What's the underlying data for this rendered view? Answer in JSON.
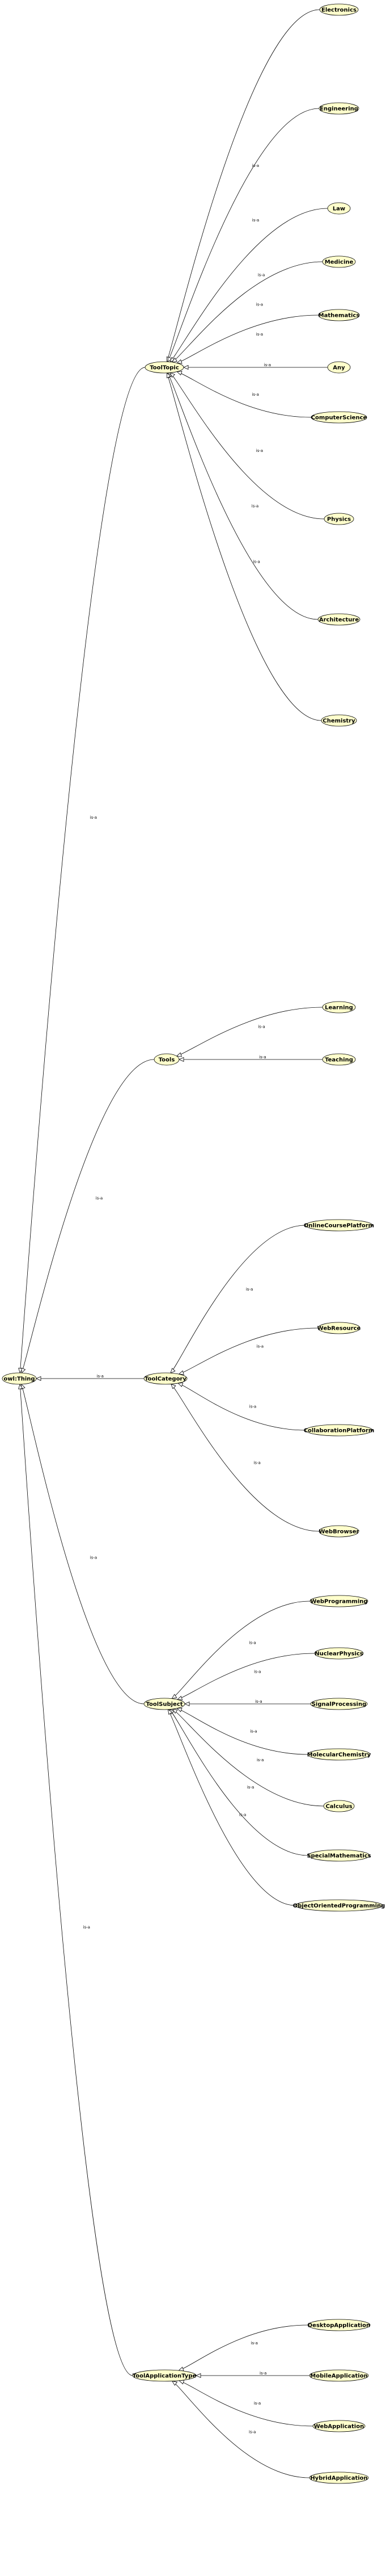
{
  "nodes": {
    "owl_thing": "owl:Thing",
    "tool_topic": "ToolTopic",
    "tools": "Tools",
    "tool_category": "ToolCategory",
    "tool_subject": "ToolSubject",
    "tool_application_type": "ToolApplicationType",
    "electronics": "Electronics",
    "engineering": "Engineering",
    "law": "Law",
    "medicine": "Medicine",
    "mathematics": "Mathematics",
    "any": "Any",
    "computer_science": "ComputerScience",
    "physics": "Physics",
    "architecture": "Architecture",
    "chemistry": "Chemistry",
    "learning": "Learning",
    "teaching": "Teaching",
    "online_course_platform": "OnlineCoursePlatform",
    "web_resource": "WebResource",
    "collaboration_platform": "CollaborationPlatform",
    "web_browser": "WebBrowser",
    "web_programming": "WebProgramming",
    "nuclear_physics": "NuclearPhysics",
    "signal_processing": "SignalProcessing",
    "molecular_chemistry": "MolecularChemistry",
    "calculus": "Calculus",
    "special_mathematics": "SpecialMathematics",
    "object_oriented_programming": "ObjectOrientedProgramming",
    "desktop_application": "DesktopApplication",
    "mobile_application": "MobileApplication",
    "web_application": "WebApplication",
    "hybrid_application": "HybridApplication"
  },
  "edge_label": "is-a",
  "edges": [
    {
      "from": "tool_topic",
      "to": "owl_thing"
    },
    {
      "from": "tools",
      "to": "owl_thing"
    },
    {
      "from": "tool_category",
      "to": "owl_thing"
    },
    {
      "from": "tool_subject",
      "to": "owl_thing"
    },
    {
      "from": "tool_application_type",
      "to": "owl_thing"
    },
    {
      "from": "electronics",
      "to": "tool_topic"
    },
    {
      "from": "engineering",
      "to": "tool_topic"
    },
    {
      "from": "law",
      "to": "tool_topic"
    },
    {
      "from": "medicine",
      "to": "tool_topic"
    },
    {
      "from": "mathematics",
      "to": "tool_topic"
    },
    {
      "from": "any",
      "to": "tool_topic"
    },
    {
      "from": "computer_science",
      "to": "tool_topic"
    },
    {
      "from": "physics",
      "to": "tool_topic"
    },
    {
      "from": "architecture",
      "to": "tool_topic"
    },
    {
      "from": "chemistry",
      "to": "tool_topic"
    },
    {
      "from": "learning",
      "to": "tools"
    },
    {
      "from": "teaching",
      "to": "tools"
    },
    {
      "from": "online_course_platform",
      "to": "tool_category"
    },
    {
      "from": "web_resource",
      "to": "tool_category"
    },
    {
      "from": "collaboration_platform",
      "to": "tool_category"
    },
    {
      "from": "web_browser",
      "to": "tool_category"
    },
    {
      "from": "web_programming",
      "to": "tool_subject"
    },
    {
      "from": "nuclear_physics",
      "to": "tool_subject"
    },
    {
      "from": "signal_processing",
      "to": "tool_subject"
    },
    {
      "from": "molecular_chemistry",
      "to": "tool_subject"
    },
    {
      "from": "calculus",
      "to": "tool_subject"
    },
    {
      "from": "special_mathematics",
      "to": "tool_subject"
    },
    {
      "from": "object_oriented_programming",
      "to": "tool_subject"
    },
    {
      "from": "desktop_application",
      "to": "tool_application_type"
    },
    {
      "from": "mobile_application",
      "to": "tool_application_type"
    },
    {
      "from": "web_application",
      "to": "tool_application_type"
    },
    {
      "from": "hybrid_application",
      "to": "tool_application_type"
    }
  ],
  "colors": {
    "node_fill": "#ffffcc",
    "stroke": "#000000",
    "background": "#ffffff"
  }
}
